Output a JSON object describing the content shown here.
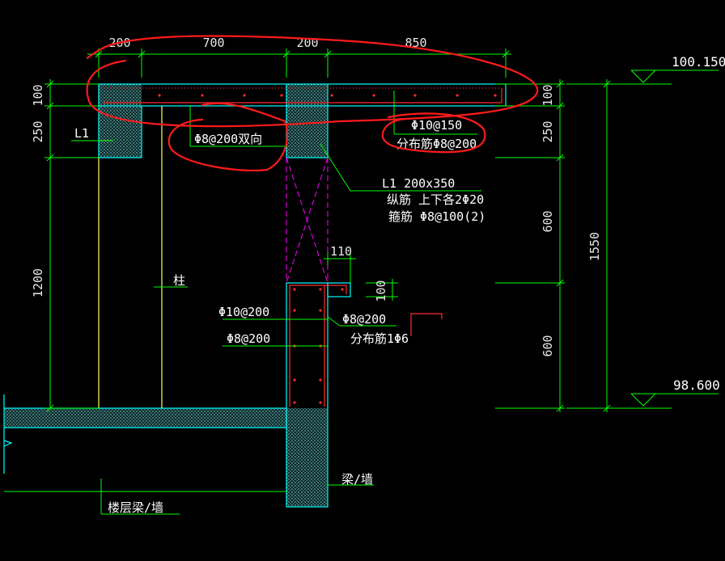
{
  "dims_top": [
    "200",
    "700",
    "200",
    "850"
  ],
  "dims_left": [
    "100",
    "250",
    "1200"
  ],
  "dims_right": [
    "100",
    "250",
    "600",
    "1550",
    "600"
  ],
  "dims_small": [
    "110",
    "100"
  ],
  "elevations": [
    "100.150",
    "98.600"
  ],
  "labels": {
    "l1": "L1",
    "column": "柱",
    "slab_rebar": "Φ8@200双向",
    "cant_main": "Φ10@150",
    "cant_dist": "分布筋Φ8@200",
    "beam_name": "L1 200x350",
    "beam_long": "纵筋 上下各2Φ20",
    "beam_stirrup": "箍筋 Φ8@100(2)",
    "wall_h1": "Φ10@200",
    "wall_h2": "Φ8@200",
    "ledge_main": "Φ8@200",
    "ledge_dist": "分布筋1Φ6",
    "beam_wall": "梁/墙",
    "floor_beam": "楼层梁/墙"
  },
  "colors": {
    "cyan": "#00ffff",
    "green": "#00ff00",
    "yellow": "#ffff66",
    "red": "#ff2a2a",
    "magenta": "#ff00ff",
    "hatch": "#7fd7d7"
  }
}
